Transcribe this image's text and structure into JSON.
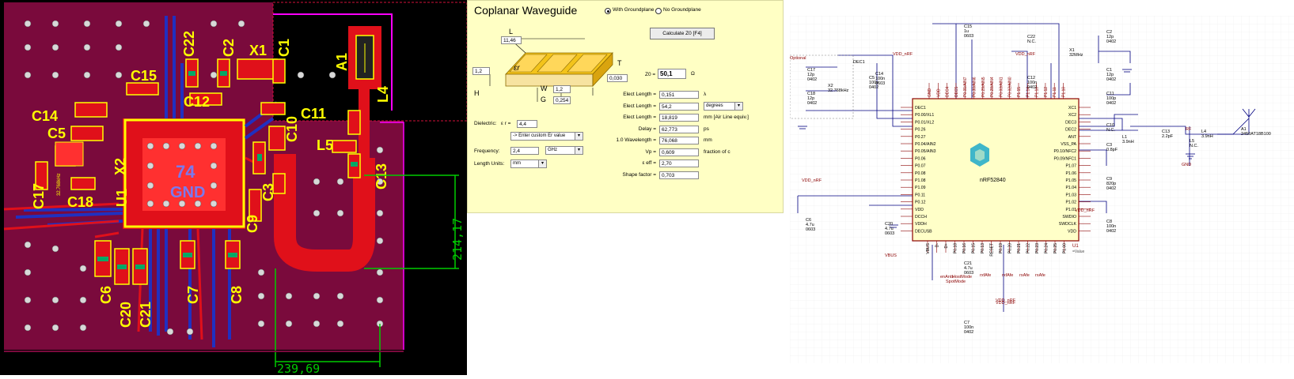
{
  "pcb": {
    "components": [
      "C22",
      "C2",
      "X1",
      "C1",
      "A1",
      "C15",
      "C12",
      "C11",
      "L4",
      "C14",
      "C5",
      "L5",
      "C10",
      "X2",
      "C13",
      "C17",
      "C18",
      "U1",
      "C3",
      "C9",
      "C6",
      "C20",
      "C21",
      "C7",
      "C8"
    ],
    "chip_label": "74",
    "gnd_label": "GND",
    "dim_horizontal": "239,69",
    "dim_vertical": "214,17",
    "x2_part": "32.768kHz",
    "colors": {
      "board": "#7a0a3c",
      "copper": "#e0101a",
      "pad": "#ffff00",
      "outline": "#ff00ff",
      "dimension": "#00cc00",
      "background": "#000000"
    }
  },
  "calculator": {
    "title": "Coplanar Waveguide",
    "option_groundplane": "With Groundplane",
    "option_no_groundplane": "No Groundplane",
    "calculate_button": "Calculate Z0 [F4]",
    "diagram": {
      "L_label": "L",
      "L_value": "11,46",
      "T_label": "T",
      "T_value": "0,030",
      "H_label": "H",
      "H_value": "1,2",
      "W_label": "W",
      "W_value": "1,2",
      "G_label": "G",
      "G_value": "0,254",
      "er_label": "εr"
    },
    "dielectric_label": "Dielectric:",
    "er_symbol": "ε r =",
    "er_value": "4,4",
    "custom_er_option": "-> Enter custom Er value",
    "frequency_label": "Frequency:",
    "frequency_value": "2,4",
    "frequency_unit": "GHz",
    "length_units_label": "Length Units:",
    "length_units_value": "mm",
    "z0_label": "Z0 =",
    "z0_value": "50,1",
    "z0_unit": "Ω",
    "rows": [
      {
        "label": "Elect Length =",
        "value": "0,151",
        "unit": "λ"
      },
      {
        "label": "Elect Length =",
        "value": "54,2",
        "unit": "degrees"
      },
      {
        "label": "Elect Length =",
        "value": "18,819",
        "unit": "mm  [Air Line equiv.]"
      },
      {
        "label": "Delay =",
        "value": "62,773",
        "unit": "ps"
      },
      {
        "label": "1.0 Wavelength =",
        "value": "76,068",
        "unit": "mm"
      },
      {
        "label": "Vp =",
        "value": "0,609",
        "unit": "fraction of c"
      },
      {
        "label": "ε eff =",
        "value": "2,70",
        "unit": ""
      },
      {
        "label": "Shape factor =",
        "value": "0,703",
        "unit": ""
      }
    ]
  },
  "schematic": {
    "chip_name": "nRF52840",
    "chip_ref": "U1",
    "chip_value": "=Value",
    "left_pins": [
      "DEC1",
      "P0.00/XL1",
      "P0.01/XL2",
      "P0.26",
      "P0.27",
      "P0.04/AIN2",
      "P0.05/AIN3",
      "P0.06",
      "P0.07",
      "P0.08",
      "P1.08",
      "P1.09",
      "P0.11",
      "P0.12",
      "VDD",
      "DCCH",
      "VDDH",
      "DECUSB"
    ],
    "right_pins": [
      "XC1",
      "XC2",
      "DEC3",
      "DEC2",
      "ANT",
      "VSS_PA",
      "P0.10/NFC2",
      "P0.09/NFC1",
      "P1.07",
      "P1.06",
      "P1.05",
      "P1.04",
      "P1.03",
      "P1.02",
      "P1.01",
      "SWDIO",
      "SWDCLK",
      "VDD"
    ],
    "bottom_pins": [
      "VBUS",
      "D-",
      "D+",
      "P0.18",
      "P0.16",
      "P0.15",
      "P0.13",
      "RESET",
      "P0.19",
      "P0.20",
      "P0.21",
      "P0.22",
      "P0.23",
      "P0.24",
      "P0.25",
      "P1.00"
    ],
    "top_pins": [
      "GND",
      "VDD",
      "DEC4",
      "DEC5",
      "P0.31/AIN7",
      "P0.30/AIN6",
      "P0.29/AIN5",
      "P0.28/AIN4",
      "P0.03/AIN1",
      "P0.02/AIN0",
      "P1.15",
      "P1.14",
      "P1.13",
      "P1.12",
      "P1.11",
      "P1.10"
    ],
    "components": [
      {
        "ref": "C15",
        "val": "1u",
        "pkg": "0603"
      },
      {
        "ref": "C22",
        "val": "N.C.",
        "pkg": ""
      },
      {
        "ref": "C2",
        "val": "12p",
        "pkg": "0402"
      },
      {
        "ref": "X1",
        "val": "32MHz",
        "pkg": ""
      },
      {
        "ref": "C1",
        "val": "12p",
        "pkg": "0402"
      },
      {
        "ref": "C17",
        "val": "12p",
        "pkg": "0402"
      },
      {
        "ref": "X2",
        "val": "32.768kHz",
        "pkg": ""
      },
      {
        "ref": "C18",
        "val": "12p",
        "pkg": "0402"
      },
      {
        "ref": "DEC1",
        "val": "",
        "pkg": ""
      },
      {
        "ref": "C5",
        "val": "100n",
        "pkg": "0402"
      },
      {
        "ref": "C14",
        "val": "100n",
        "pkg": "0603"
      },
      {
        "ref": "C12",
        "val": "100n",
        "pkg": "0402"
      },
      {
        "ref": "C11",
        "val": "100p",
        "pkg": "0402"
      },
      {
        "ref": "C10",
        "val": "N.C.",
        "pkg": ""
      },
      {
        "ref": "L1",
        "val": "3.9nH",
        "pkg": ""
      },
      {
        "ref": "C13",
        "val": "2.2pF",
        "pkg": ""
      },
      {
        "ref": "L4",
        "val": "3.9nH",
        "pkg": ""
      },
      {
        "ref": "L5",
        "val": "N.C.",
        "pkg": ""
      },
      {
        "ref": "A1",
        "val": "2450AT18B100",
        "pkg": ""
      },
      {
        "ref": "C3",
        "val": "0.8pF",
        "pkg": ""
      },
      {
        "ref": "C9",
        "val": "820p",
        "pkg": "0402"
      },
      {
        "ref": "C8",
        "val": "100n",
        "pkg": "0402"
      },
      {
        "ref": "C6",
        "val": "4.7u",
        "pkg": "0603"
      },
      {
        "ref": "C20",
        "val": "4.7u",
        "pkg": "0603"
      },
      {
        "ref": "C21",
        "val": "4.7u",
        "pkg": "0603"
      },
      {
        "ref": "C7",
        "val": "100n",
        "pkg": "0402"
      }
    ],
    "net_labels": [
      "VDD_nRF",
      "VDD_nRF",
      "VDD_nRF",
      "VDD_nRF",
      "VDD_nRF",
      "VDD_nRF",
      "VBUS",
      "RF",
      "GND",
      "Optional"
    ],
    "bottom_nets": [
      "enAntx",
      "HostMode",
      "SpotMode",
      "rxfAfe",
      "rxfAfe",
      "rxAfe",
      "rxAfe"
    ],
    "colors": {
      "wire": "#000080",
      "pin_text": "#8b0000",
      "chip_body": "#ffffc8",
      "chip_border": "#8b0000",
      "logo": "#3fb6c9",
      "grid": "#e8e8e8"
    }
  }
}
